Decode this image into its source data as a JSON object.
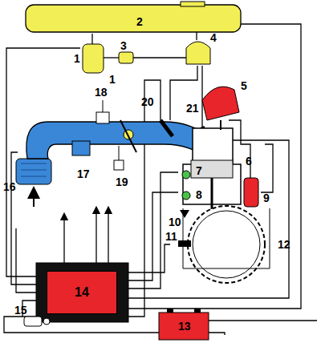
{
  "diagram": {
    "nodes": [
      {
        "text": [
          "14"
        ]
      }
    ],
    "labels": [
      "1",
      "1",
      "2",
      "3",
      "4",
      "5",
      "6",
      "7",
      "8",
      "9",
      "10",
      "11",
      "12",
      "13",
      "15",
      "16",
      "17",
      "18",
      "19",
      "20",
      "21"
    ]
  }
}
